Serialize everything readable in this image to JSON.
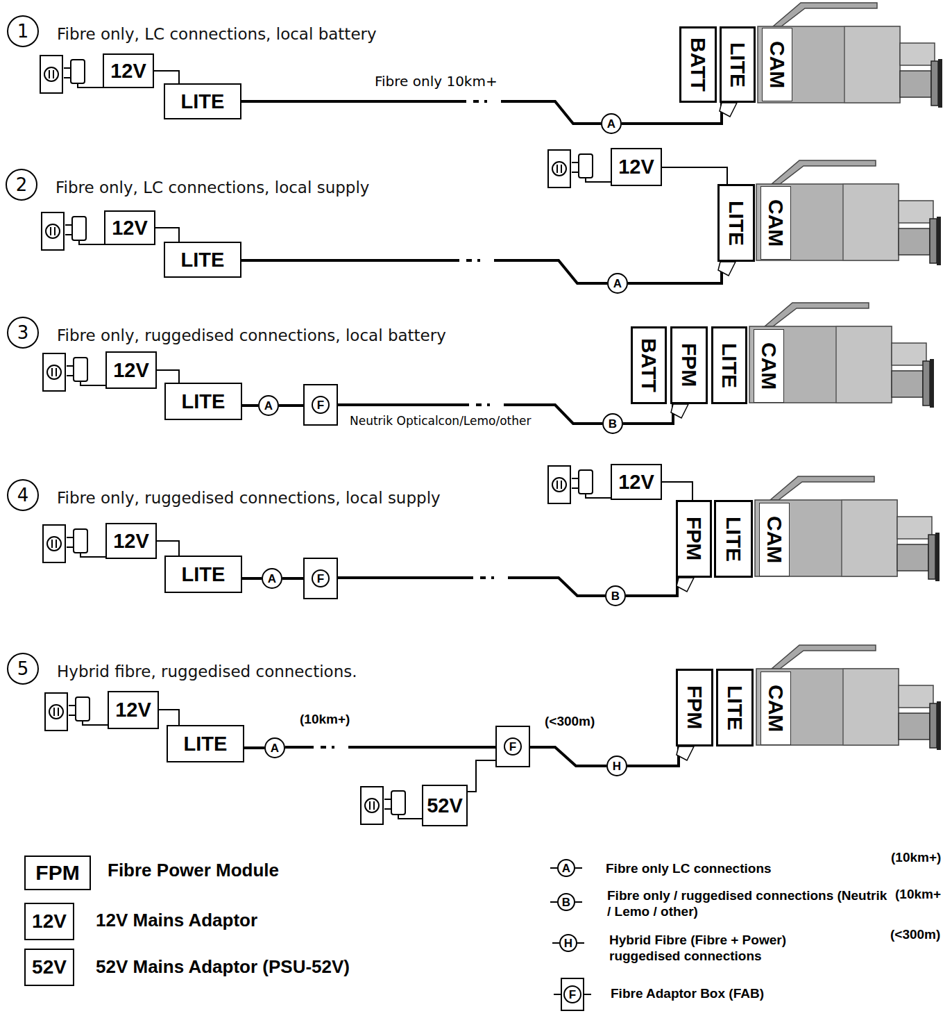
{
  "diagram": {
    "nodes": [
      {
        "text": [
          "1",
          "Fibre only, LC connections, local battery"
        ]
      },
      {
        "text": [
          "12V"
        ]
      },
      {
        "text": [
          "LITE"
        ]
      },
      {
        "text": [
          "A"
        ]
      },
      {
        "text": [
          "BATT"
        ]
      },
      {
        "text": [
          "LITE"
        ]
      },
      {
        "text": [
          "CAM"
        ]
      },
      {
        "text": [
          "2",
          "Fibre only, LC connections, local supply"
        ]
      },
      {
        "text": [
          "12V"
        ]
      },
      {
        "text": [
          "LITE"
        ]
      },
      {
        "text": [
          "12V"
        ]
      },
      {
        "text": [
          "A"
        ]
      },
      {
        "text": [
          "LITE"
        ]
      },
      {
        "text": [
          "CAM"
        ]
      },
      {
        "text": [
          "3",
          "Fibre only, ruggedised connections, local battery"
        ]
      },
      {
        "text": [
          "12V"
        ]
      },
      {
        "text": [
          "LITE"
        ]
      },
      {
        "text": [
          "A"
        ]
      },
      {
        "text": [
          "F"
        ]
      },
      {
        "text": [
          "B"
        ]
      },
      {
        "text": [
          "BATT"
        ]
      },
      {
        "text": [
          "FPM"
        ]
      },
      {
        "text": [
          "LITE"
        ]
      },
      {
        "text": [
          "CAM"
        ]
      },
      {
        "text": [
          "4",
          "Fibre only, ruggedised connections, local supply"
        ]
      },
      {
        "text": [
          "12V"
        ]
      },
      {
        "text": [
          "LITE"
        ]
      },
      {
        "text": [
          "A"
        ]
      },
      {
        "text": [
          "F"
        ]
      },
      {
        "text": [
          "12V"
        ]
      },
      {
        "text": [
          "B"
        ]
      },
      {
        "text": [
          "FPM"
        ]
      },
      {
        "text": [
          "LITE"
        ]
      },
      {
        "text": [
          "CAM"
        ]
      },
      {
        "text": [
          "5",
          "Hybrid fibre, ruggedised connections."
        ]
      },
      {
        "text": [
          "12V"
        ]
      },
      {
        "text": [
          "LITE"
        ]
      },
      {
        "text": [
          "A"
        ]
      },
      {
        "text": [
          "F"
        ]
      },
      {
        "text": [
          "52V"
        ]
      },
      {
        "text": [
          "H"
        ]
      },
      {
        "text": [
          "FPM"
        ]
      },
      {
        "text": [
          "LITE"
        ]
      },
      {
        "text": [
          "CAM"
        ]
      }
    ],
    "edges": [
      {
        "from": 1,
        "to": 2,
        "arrow": "none"
      },
      {
        "from": 2,
        "to": 3,
        "arrow": "none",
        "label": "Fibre only 10km+"
      },
      {
        "from": 3,
        "to": 5,
        "arrow": "none"
      },
      {
        "from": 8,
        "to": 9,
        "arrow": "none"
      },
      {
        "from": 9,
        "to": 11,
        "arrow": "none"
      },
      {
        "from": 11,
        "to": 12,
        "arrow": "none"
      },
      {
        "from": 10,
        "to": 12,
        "arrow": "none"
      },
      {
        "from": 15,
        "to": 16,
        "arrow": "none"
      },
      {
        "from": 16,
        "to": 17,
        "arrow": "none"
      },
      {
        "from": 17,
        "to": 18,
        "arrow": "none"
      },
      {
        "from": 18,
        "to": 19,
        "arrow": "none",
        "label": "Neutrik Opticalcon/Lemo/other"
      },
      {
        "from": 19,
        "to": 21,
        "arrow": "none"
      },
      {
        "from": 25,
        "to": 26,
        "arrow": "none"
      },
      {
        "from": 26,
        "to": 27,
        "arrow": "none"
      },
      {
        "from": 27,
        "to": 28,
        "arrow": "none"
      },
      {
        "from": 28,
        "to": 30,
        "arrow": "none"
      },
      {
        "from": 30,
        "to": 31,
        "arrow": "none"
      },
      {
        "from": 29,
        "to": 31,
        "arrow": "none"
      },
      {
        "from": 35,
        "to": 36,
        "arrow": "none"
      },
      {
        "from": 36,
        "to": 37,
        "arrow": "none"
      },
      {
        "from": 37,
        "to": 38,
        "arrow": "none",
        "label": "(10km+)"
      },
      {
        "from": 38,
        "to": 40,
        "arrow": "none",
        "label": "(<300m)"
      },
      {
        "from": 40,
        "to": 41,
        "arrow": "none"
      },
      {
        "from": 39,
        "to": 38,
        "arrow": "none"
      }
    ],
    "labels": [
      "FPM",
      "12V",
      "52V",
      "A",
      "B",
      "H",
      "F",
      "(10km+)",
      "(10km+",
      "(<300m)"
    ],
    "legend": [
      {
        "text": "Fibre Power Module"
      },
      {
        "text": "12V Mains Adaptor"
      },
      {
        "text": "52V Mains Adaptor (PSU-52V)"
      },
      {
        "text": "Fibre only LC connections"
      },
      {
        "text": "Fibre only / ruggedised connections (Neutrik / Lemo / other)"
      },
      {
        "text": "Hybrid Fibre (Fibre + Power) ruggedised connections"
      },
      {
        "text": "Fibre Adaptor Box (FAB)"
      }
    ]
  }
}
